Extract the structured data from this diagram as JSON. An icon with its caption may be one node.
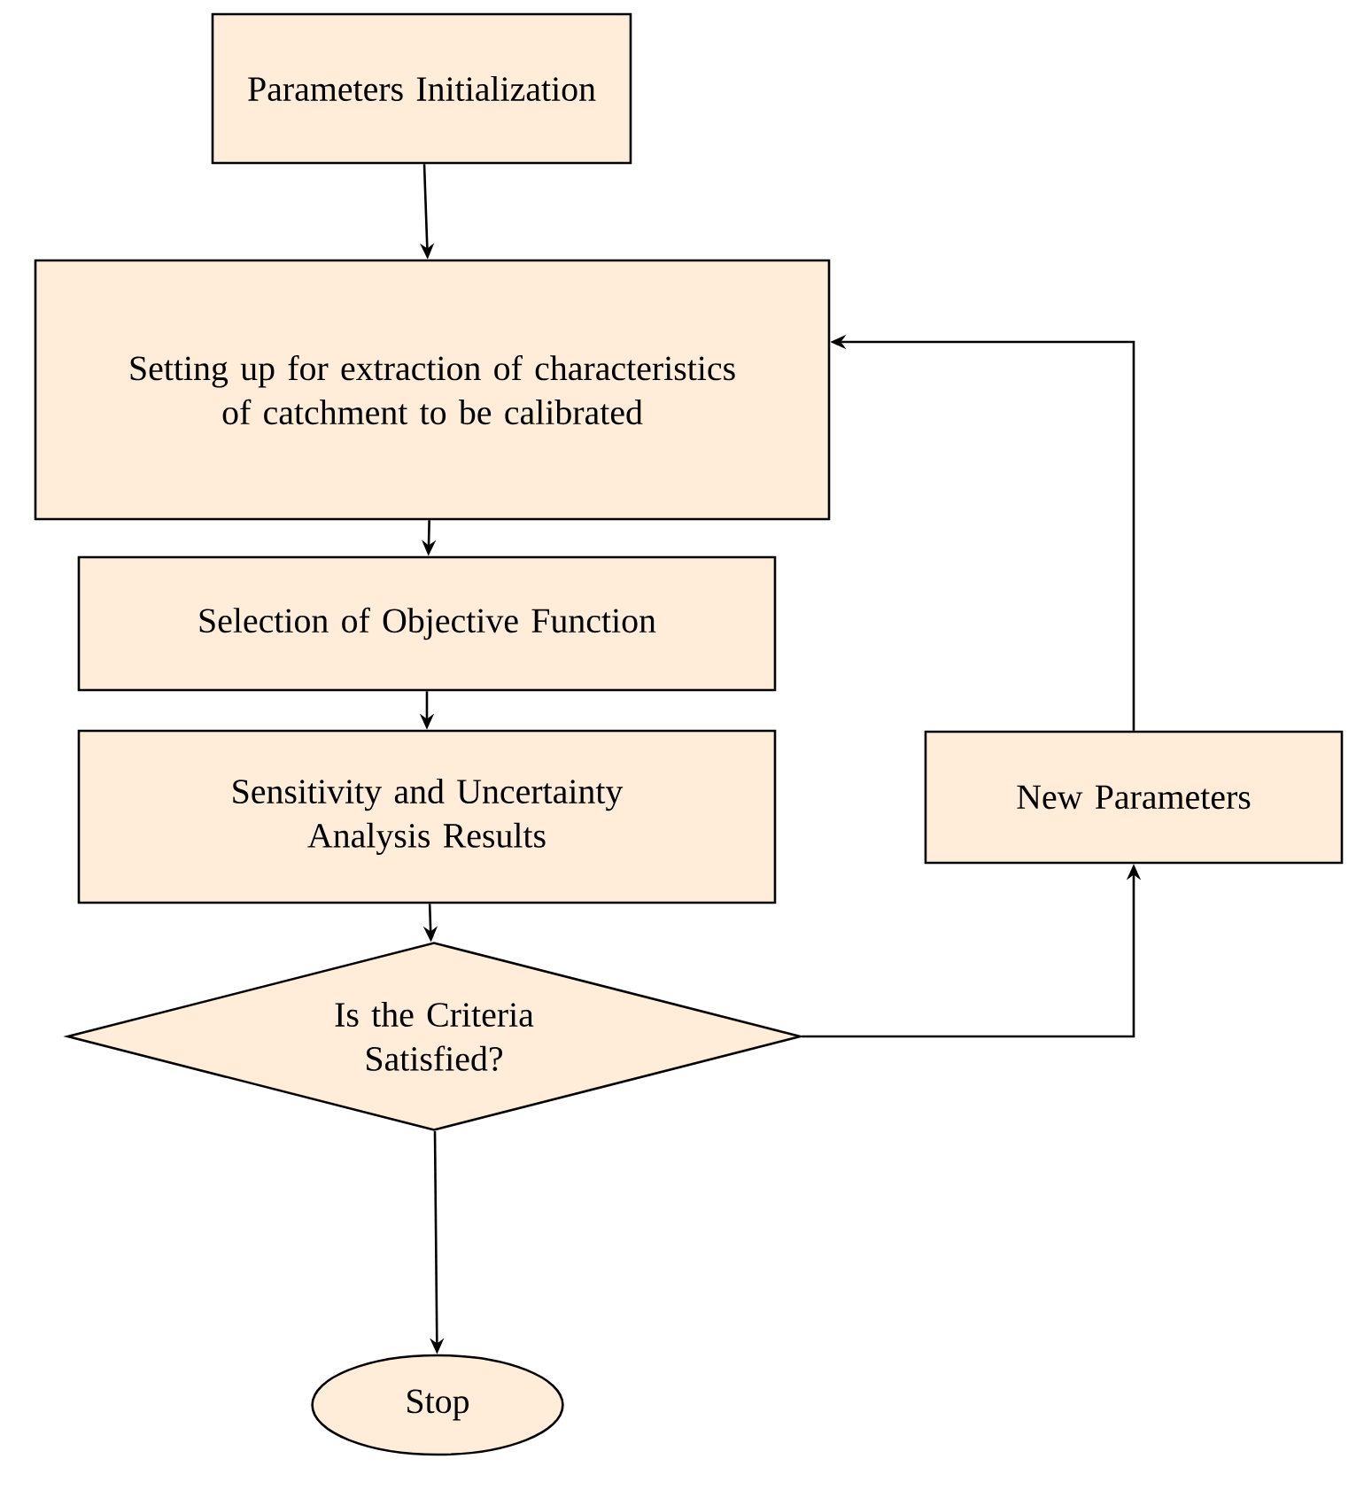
{
  "diagram": {
    "nodes": [
      {
        "text": [
          "Parameters Initialization"
        ]
      },
      {
        "text": [
          "Setting up for extraction of characteristics of catchment to be calibrated"
        ]
      },
      {
        "text": [
          "Selection of Objective Function"
        ]
      },
      {
        "text": [
          "Sensitivity and Uncertainty Analysis Results"
        ]
      },
      {
        "text": [
          "Is the Criteria Satisfied?"
        ]
      },
      {
        "text": [
          "Stop"
        ]
      },
      {
        "text": [
          "New Parameters"
        ]
      }
    ],
    "edges": [
      {
        "from": 0,
        "to": 1,
        "arrow": "to"
      },
      {
        "from": 1,
        "to": 2,
        "arrow": "to"
      },
      {
        "from": 2,
        "to": 3,
        "arrow": "to"
      },
      {
        "from": 3,
        "to": 4,
        "arrow": "to"
      },
      {
        "from": 4,
        "to": 5,
        "arrow": "to"
      },
      {
        "from": 4,
        "to": 6,
        "arrow": "to"
      },
      {
        "from": 6,
        "to": 1,
        "arrow": "to"
      }
    ]
  }
}
